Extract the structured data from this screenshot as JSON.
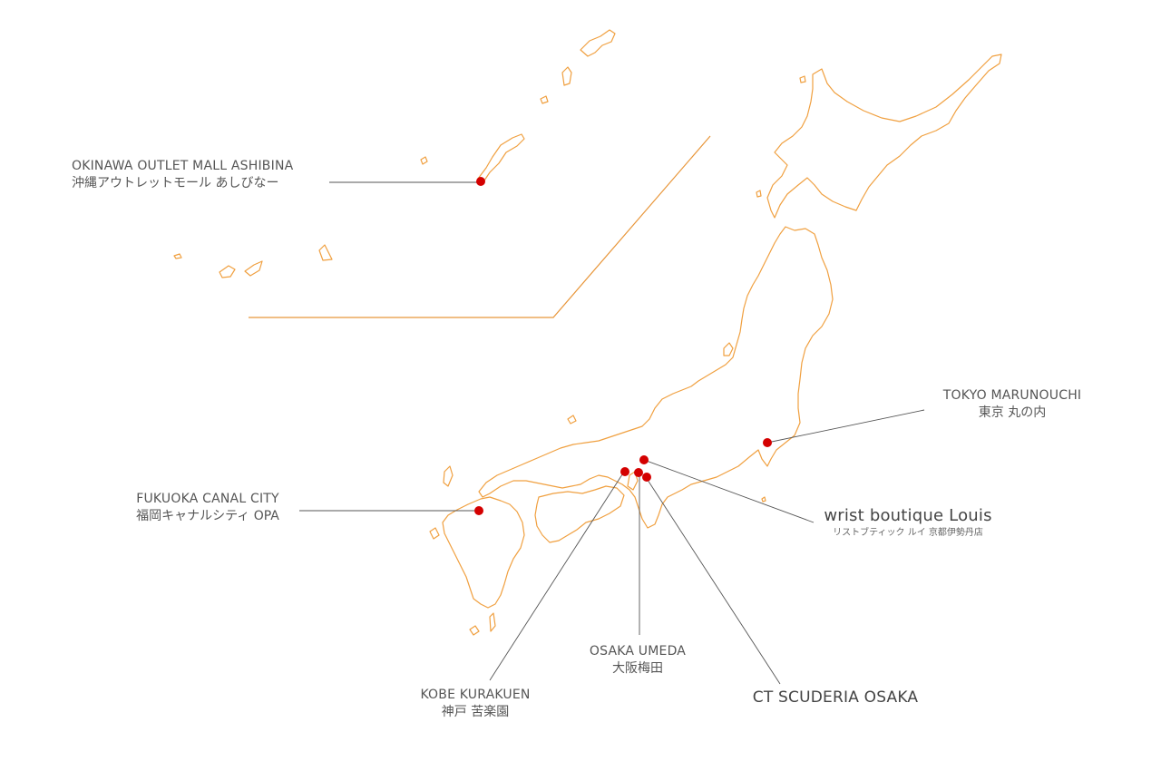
{
  "map": {
    "land_stroke": "#f0a040",
    "pin_color": "#d40000",
    "leader_color": "#555555"
  },
  "stores": {
    "okinawa": {
      "name_en": "OKINAWA OUTLET MALL ASHIBINA",
      "name_ja": "沖縄アウトレットモール あしびなー"
    },
    "fukuoka": {
      "name_en": "FUKUOKA CANAL CITY",
      "name_ja": "福岡キャナルシティ OPA"
    },
    "tokyo": {
      "name_en": "TOKYO MARUNOUCHI",
      "name_ja": "東京 丸の内"
    },
    "louis": {
      "name_en": "wrist boutique Louis",
      "name_ja": "リストブティック ルイ 京都伊勢丹店"
    },
    "umeda": {
      "name_en": "OSAKA UMEDA",
      "name_ja": "大阪梅田"
    },
    "kobe": {
      "name_en": "KOBE KURAKUEN",
      "name_ja": "神戸 苦楽園"
    },
    "scuderia": {
      "name_en": "CT SCUDERIA OSAKA"
    }
  }
}
